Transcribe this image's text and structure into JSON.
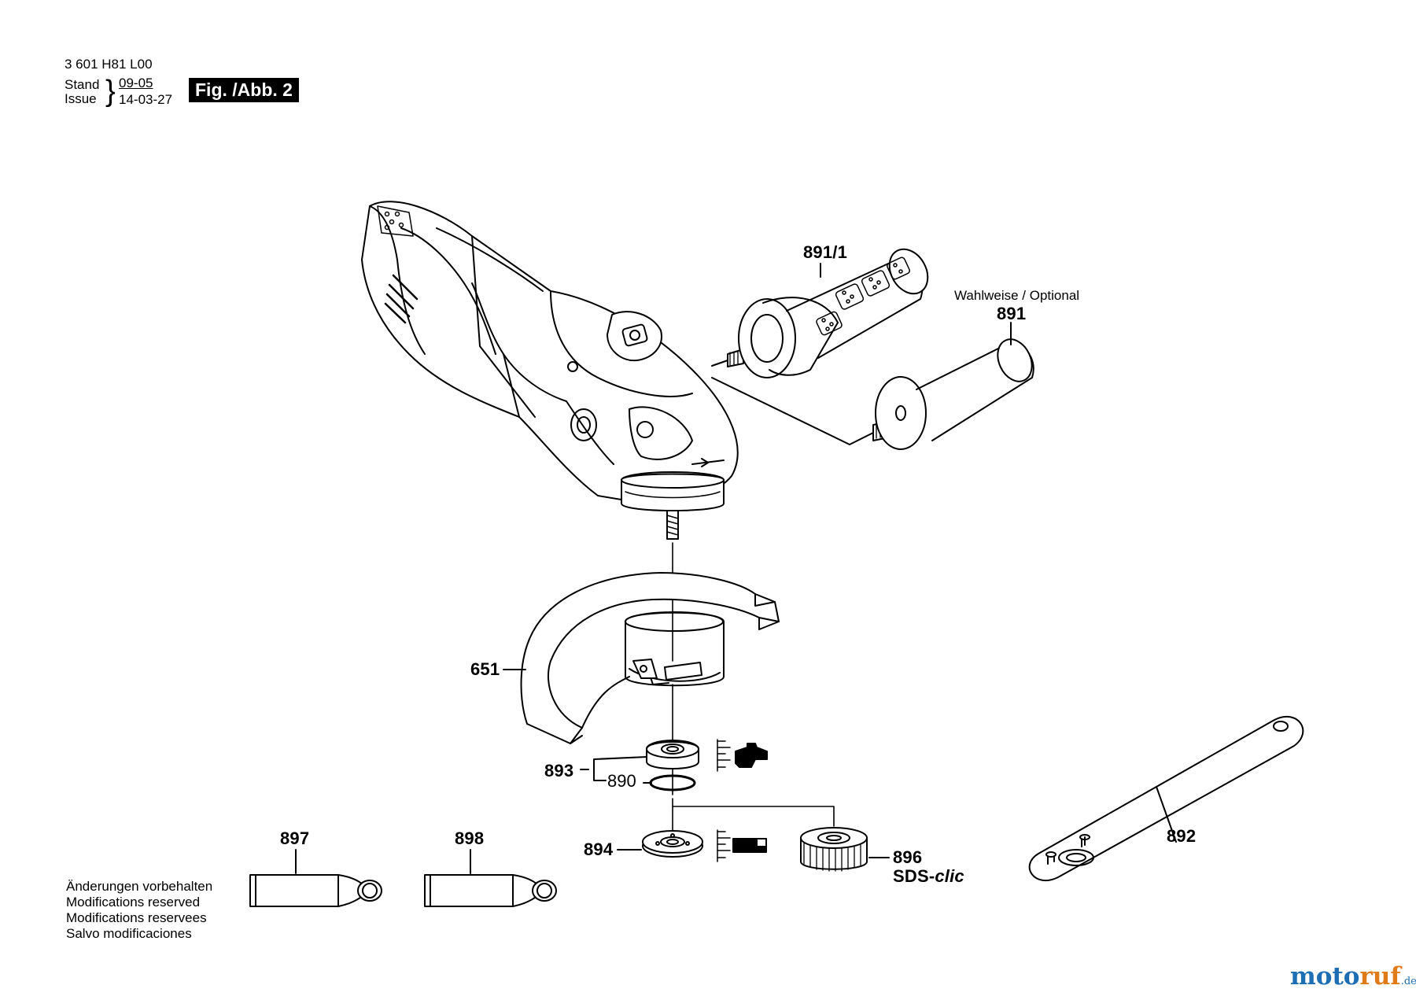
{
  "header": {
    "doc_number": "3 601 H81 L00",
    "stand_label": "Stand",
    "issue_label": "Issue",
    "stand_date": "09-05",
    "issue_date": "14-03-27",
    "figure_badge": "Fig. /Abb. 2"
  },
  "optional_note": "Wahlweise / Optional",
  "parts": {
    "p891_1": "891/1",
    "p891": "891",
    "p651": "651",
    "p893": "893",
    "p890": "890",
    "p894": "894",
    "p896": "896",
    "p896_sub": "SDS-",
    "p896_clic": "clic",
    "p897": "897",
    "p898": "898",
    "p892": "892"
  },
  "modifications": [
    "Änderungen vorbehalten",
    "Modifications reserved",
    "Modifications reservees",
    "Salvo modificaciones"
  ],
  "watermark": {
    "part_a": "moto",
    "part_b": "ruf",
    "suffix": ".de"
  }
}
